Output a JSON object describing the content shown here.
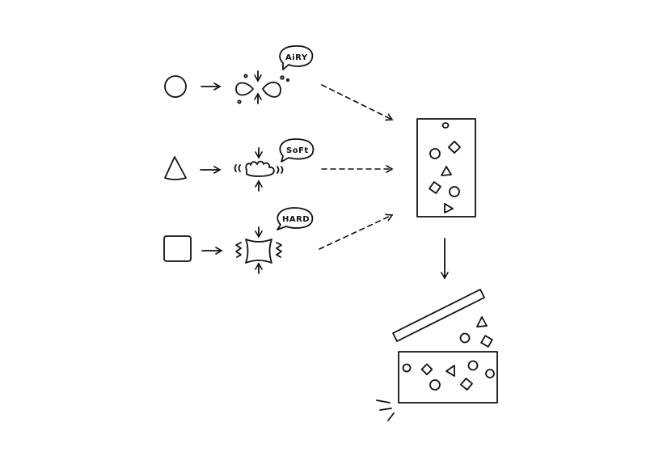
{
  "diagram": {
    "rows": [
      {
        "shape": "circle",
        "label": "AiRY"
      },
      {
        "shape": "triangle",
        "label": "SoFt"
      },
      {
        "shape": "square",
        "label": "HARD"
      }
    ],
    "ink_color": "#111111",
    "background": "#ffffff"
  }
}
